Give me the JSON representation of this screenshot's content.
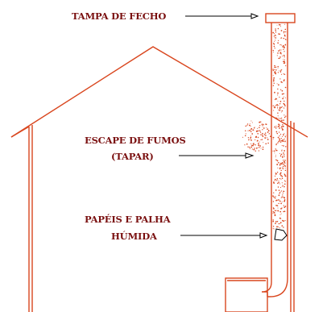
{
  "labels": {
    "lid": "TAMPA DE FECHO",
    "smoke_line1": "ESCAPE DE FUMOS",
    "smoke_line2": "(TAPAR)",
    "papers_line1": "PAPÉIS E PALHA",
    "papers_line2": "HÚMIDA"
  },
  "colors": {
    "structure": "#d9461e",
    "text": "#7a1010",
    "arrow": "#000000",
    "background": "#ffffff"
  }
}
